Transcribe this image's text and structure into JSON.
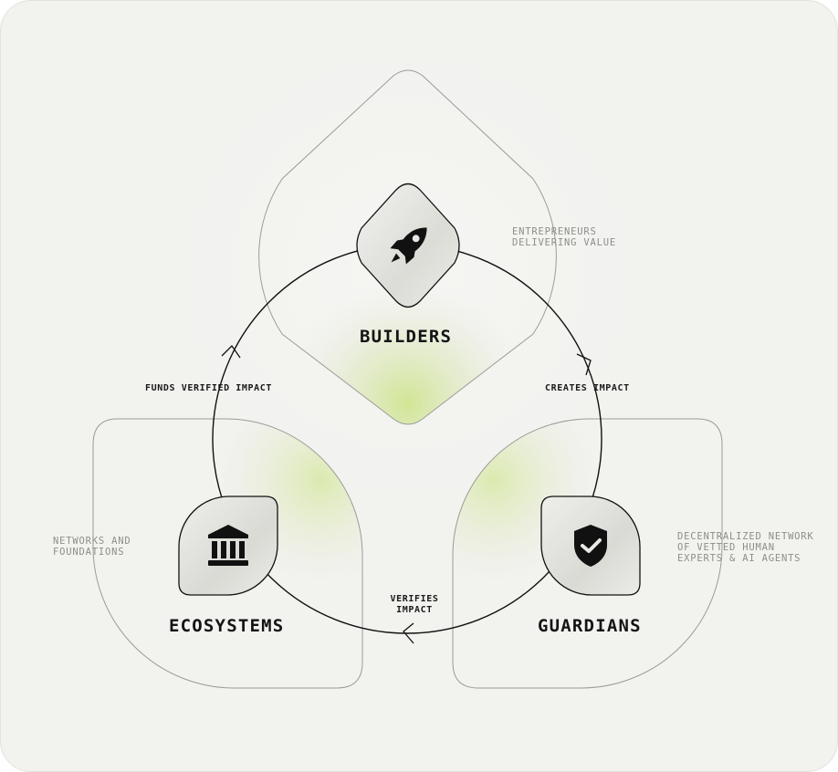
{
  "nodes": {
    "builders": {
      "title": "BUILDERS",
      "description": "ENTREPRENEURS\nDELIVERING VALUE",
      "icon": "rocket-icon"
    },
    "guardians": {
      "title": "GUARDIANS",
      "description": "DECENTRALIZED NETWORK\nOF VETTED HUMAN\nEXPERTS & AI AGENTS",
      "icon": "shield-check-icon"
    },
    "ecosystems": {
      "title": "ECOSYSTEMS",
      "description": "NETWORKS AND\nFOUNDATIONS",
      "icon": "bank-icon"
    }
  },
  "edges": {
    "builders_to_guardians": "CREATES IMPACT",
    "guardians_to_ecosystems": "VERIFIES\nIMPACT",
    "ecosystems_to_builders": "FUNDS VERIFIED IMPACT"
  },
  "colors": {
    "background": "#f2f2ef",
    "accent_glow": "#d3e69a",
    "line": "#111111",
    "icon": "#111111"
  }
}
